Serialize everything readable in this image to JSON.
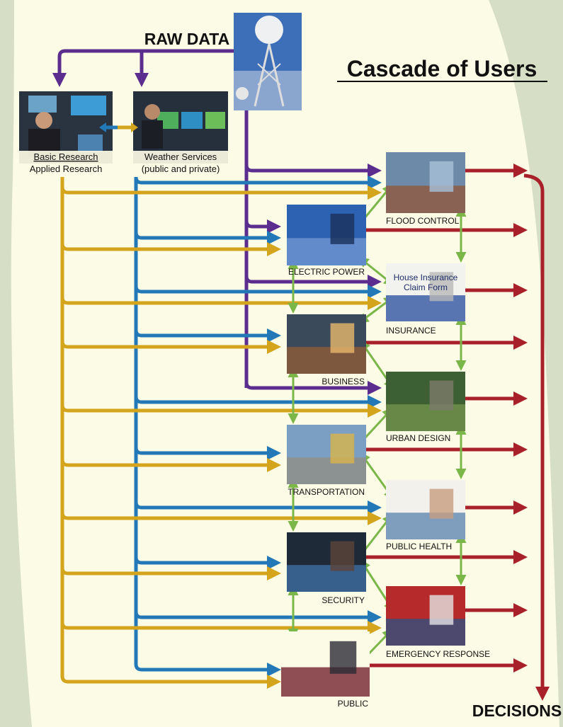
{
  "title": "Cascade of Users",
  "raw_data_label": "RAW DATA",
  "decisions_label": "DECISIONS",
  "sources": {
    "research": {
      "line1": "Basic Research",
      "line2": "Applied Research"
    },
    "weather": {
      "line1": "Weather Services",
      "line2": "(public and private)"
    }
  },
  "users": [
    {
      "key": "flood",
      "label": "FLOOD CONTROL"
    },
    {
      "key": "power",
      "label": "ELECTRIC POWER"
    },
    {
      "key": "insurance",
      "label": "INSURANCE"
    },
    {
      "key": "business",
      "label": "BUSINESS"
    },
    {
      "key": "urban",
      "label": "URBAN DESIGN"
    },
    {
      "key": "transport",
      "label": "TRANSPORTATION"
    },
    {
      "key": "health",
      "label": "PUBLIC HEALTH"
    },
    {
      "key": "security",
      "label": "SECURITY"
    },
    {
      "key": "emergency",
      "label": "EMERGENCY RESPONSE"
    },
    {
      "key": "public",
      "label": "PUBLIC"
    }
  ],
  "insurance_form_text": {
    "line1": "House Insurance",
    "line2": "Claim Form"
  },
  "colors": {
    "purple": "#5b2d8e",
    "blue": "#2378b8",
    "gold": "#d4a51c",
    "red": "#a8202a",
    "green": "#7ab648",
    "cream": "#fcfbe5",
    "sage": "#d7dec6"
  }
}
